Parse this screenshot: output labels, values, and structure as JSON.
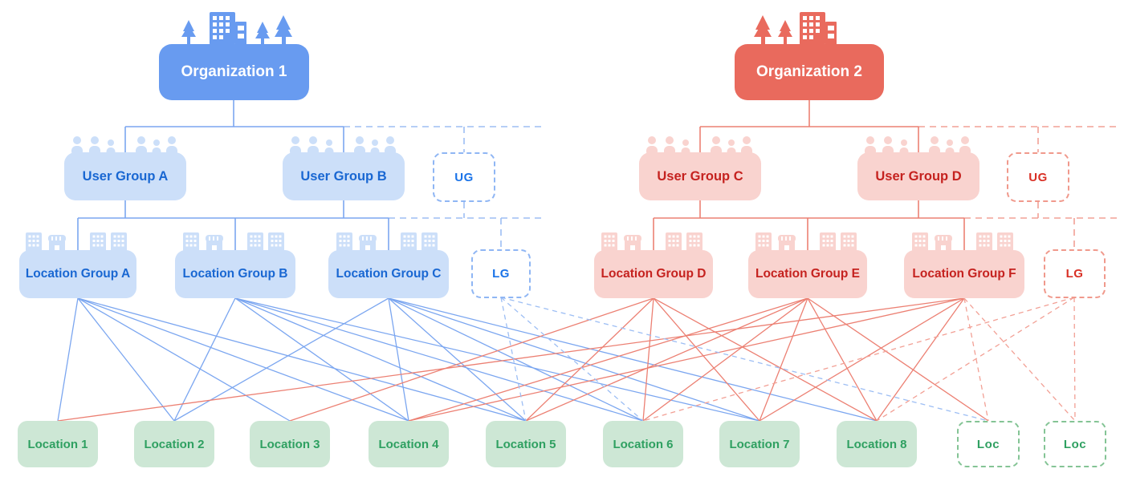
{
  "title": "Organization, user group, location group and location hierarchy diagram",
  "colors": {
    "org_blue": "#689BF0",
    "org_red": "#E96A5D",
    "fill_blue": "#CCDFF9",
    "fill_red": "#F9D3CF",
    "fill_green": "#CDE7D5",
    "text_blue": "#1967D2",
    "text_blue_accent": "#1A73E8",
    "text_red": "#C5221F",
    "text_red_accent": "#D93025",
    "text_green": "#2FA061",
    "line_blue": "#7BA6F0",
    "line_blue_dashed": "#9DBEF4",
    "line_red": "#EC8073",
    "line_red_dashed": "#F2A095"
  },
  "nodes": {
    "org1": {
      "label": "Organization 1"
    },
    "org2": {
      "label": "Organization 2"
    },
    "uga": {
      "label": "User Group A"
    },
    "ugb": {
      "label": "User Group B"
    },
    "ugc": {
      "label": "User Group C"
    },
    "ugd": {
      "label": "User Group D"
    },
    "ugp1": {
      "label": "UG"
    },
    "ugp2": {
      "label": "UG"
    },
    "lga": {
      "label": "Location Group A"
    },
    "lgb": {
      "label": "Location Group B"
    },
    "lgc": {
      "label": "Location Group C"
    },
    "lgd": {
      "label": "Location Group D"
    },
    "lge": {
      "label": "Location Group E"
    },
    "lgf": {
      "label": "Location Group F"
    },
    "lgp1": {
      "label": "LG"
    },
    "lgp2": {
      "label": "LG"
    },
    "l1": {
      "label": "Location 1"
    },
    "l2": {
      "label": "Location 2"
    },
    "l3": {
      "label": "Location 3"
    },
    "l4": {
      "label": "Location 4"
    },
    "l5": {
      "label": "Location 5"
    },
    "l6": {
      "label": "Location 6"
    },
    "l7": {
      "label": "Location 7"
    },
    "l8": {
      "label": "Location 8"
    },
    "locp1": {
      "label": "Loc"
    },
    "locp2": {
      "label": "Loc"
    }
  },
  "connections": {
    "solid_blue": [
      [
        "lga",
        "l1"
      ],
      [
        "lga",
        "l2"
      ],
      [
        "lga",
        "l3"
      ],
      [
        "lga",
        "l4"
      ],
      [
        "lga",
        "l5"
      ],
      [
        "lgb",
        "l2"
      ],
      [
        "lgb",
        "l4"
      ],
      [
        "lgb",
        "l5"
      ],
      [
        "lgb",
        "l6"
      ],
      [
        "lgb",
        "l7"
      ],
      [
        "lgc",
        "l2"
      ],
      [
        "lgc",
        "l4"
      ],
      [
        "lgc",
        "l5"
      ],
      [
        "lgc",
        "l6"
      ],
      [
        "lgc",
        "l7"
      ],
      [
        "lgc",
        "l8"
      ]
    ],
    "solid_red": [
      [
        "lgd",
        "l3"
      ],
      [
        "lgd",
        "l5"
      ],
      [
        "lgd",
        "l6"
      ],
      [
        "lgd",
        "l7"
      ],
      [
        "lgd",
        "l8"
      ],
      [
        "lge",
        "l4"
      ],
      [
        "lge",
        "l5"
      ],
      [
        "lge",
        "l6"
      ],
      [
        "lge",
        "l7"
      ],
      [
        "lge",
        "l8"
      ],
      [
        "lge",
        "locp1"
      ],
      [
        "lgf",
        "l1"
      ],
      [
        "lgf",
        "l4"
      ],
      [
        "lgf",
        "l7"
      ],
      [
        "lgf",
        "l8"
      ]
    ],
    "dashed_blue": [
      [
        "lgp1",
        "l5"
      ],
      [
        "lgp1",
        "l6"
      ],
      [
        "lgp1",
        "locp1"
      ]
    ],
    "dashed_red": [
      [
        "lgf",
        "locp1"
      ],
      [
        "lgf",
        "locp2"
      ],
      [
        "lgp2",
        "l6"
      ],
      [
        "lgp2",
        "l8"
      ],
      [
        "lgp2",
        "locp2"
      ]
    ]
  }
}
